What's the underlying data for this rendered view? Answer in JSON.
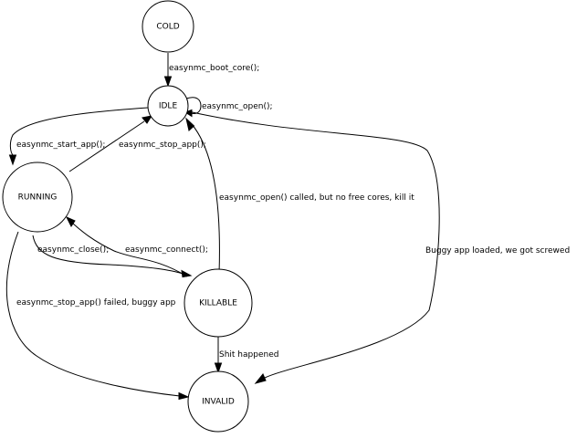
{
  "states": {
    "cold": "COLD",
    "idle": "IDLE",
    "running": "RUNNING",
    "killable": "KILLABLE",
    "invalid": "INVALID"
  },
  "transitions": {
    "cold_idle": "easynmc_boot_core();",
    "idle_idle": "easynmc_open();",
    "idle_running": "easynmc_start_app();",
    "running_idle": "easynmc_stop_app();",
    "killable_idle": "easynmc_open() called, but no free cores, kill it",
    "idle_invalid": "Buggy app loaded, we got screwed",
    "running_killable": "easynmc_close();",
    "killable_running": "easynmc_connect();",
    "running_invalid": "easynmc_stop_app() failed, buggy app",
    "killable_invalid": "Shit happened"
  }
}
